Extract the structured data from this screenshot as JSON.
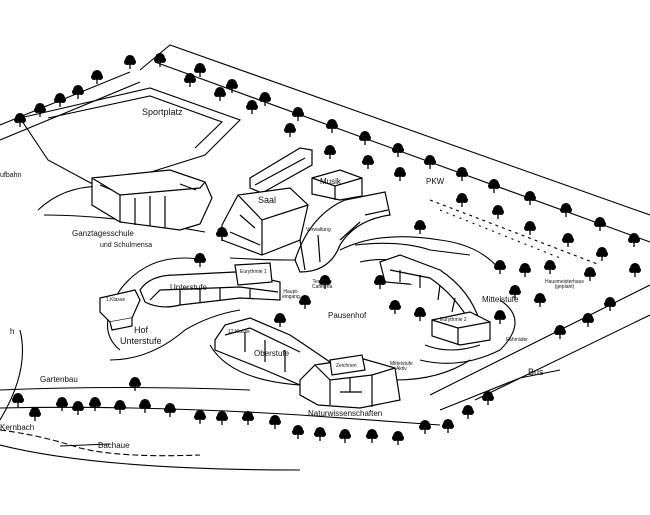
{
  "map": {
    "labels": {
      "sportplatz": "Sportplatz",
      "laufbahn": "ufbahn",
      "ganztagesschule": "Ganztagesschule",
      "schulmensa": "und Schulmensa",
      "saal": "Saal",
      "musik": "Musik",
      "verwaltung": "Verwaltung",
      "pkw": "PKW",
      "unterstufe": "Unterstufe",
      "eurythmie1": "Eurythmie 1",
      "hauptausgang": "Haupt-\neingang",
      "terrasse": "Terrasse\nCafeteria",
      "klasse1": "1.Klasse",
      "hof": "Hof",
      "hof_unterstufe": "Unterstufe",
      "pausenhof": "Pausenhof",
      "mittelstufe": "Mittelstufe",
      "hausmeister": "Hausmeisterhaus\n(geplant)",
      "eurythmie2": "Eurythmie 2",
      "fahrrader": "Fahrräder",
      "klasse12": "12.Klasse",
      "oberstufe": "Oberstufe",
      "zeichnen": "Zeichnen",
      "mittelstufe_aktiv": "Mittelstufe\nAktiv",
      "naturwissenschaften": "Naturwissenschaften",
      "bus": "Bus",
      "gartenbau": "Gartenbau",
      "kernbach": "Kernbach",
      "bachaue": "Bachaue",
      "h": "h"
    }
  }
}
